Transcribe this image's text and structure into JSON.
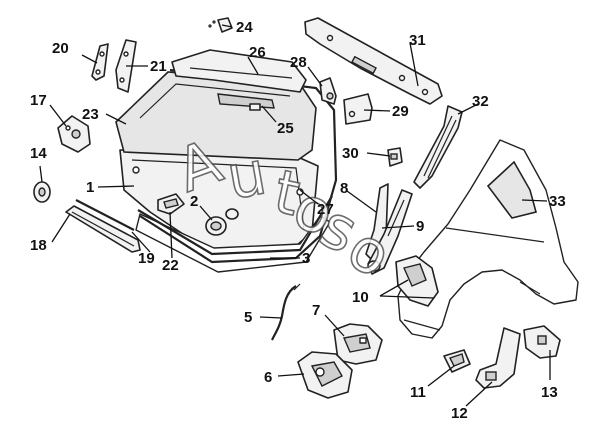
{
  "diagram": {
    "watermark": {
      "letters": [
        "A",
        "u",
        "t",
        "o",
        "s",
        "o"
      ]
    },
    "callouts": [
      {
        "id": "c1",
        "label": "1",
        "part": "tailgate-panel"
      },
      {
        "id": "c2",
        "label": "2",
        "part": "lock-cylinder"
      },
      {
        "id": "c3",
        "label": "3",
        "part": "tailgate-lower-trim"
      },
      {
        "id": "c5",
        "label": "5",
        "part": "hose-pipe"
      },
      {
        "id": "c6",
        "label": "6",
        "part": "tail-lamp-lower"
      },
      {
        "id": "c7",
        "label": "7",
        "part": "tail-lamp-upper"
      },
      {
        "id": "c8",
        "label": "8",
        "part": "pillar-trim"
      },
      {
        "id": "c9",
        "label": "9",
        "part": "pillar-reinforcement"
      },
      {
        "id": "c10",
        "label": "10",
        "part": "wheel-arch-bracket"
      },
      {
        "id": "c11",
        "label": "11",
        "part": "small-bracket"
      },
      {
        "id": "c12",
        "label": "12",
        "part": "rear-fender-liner"
      },
      {
        "id": "c13",
        "label": "13",
        "part": "corner-bracket"
      },
      {
        "id": "c14",
        "label": "14",
        "part": "bump-stop"
      },
      {
        "id": "c17",
        "label": "17",
        "part": "hinge"
      },
      {
        "id": "c18",
        "label": "18",
        "part": "gas-strut"
      },
      {
        "id": "c19",
        "label": "19",
        "part": "support-rod"
      },
      {
        "id": "c20",
        "label": "20",
        "part": "hinge-bracket-left"
      },
      {
        "id": "c21",
        "label": "21",
        "part": "hinge-bracket-right"
      },
      {
        "id": "c22",
        "label": "22",
        "part": "handle"
      },
      {
        "id": "c23",
        "label": "23",
        "part": "rear-window-glass"
      },
      {
        "id": "c24",
        "label": "24",
        "part": "washer-nozzle"
      },
      {
        "id": "c25",
        "label": "25",
        "part": "brake-light"
      },
      {
        "id": "c26",
        "label": "26",
        "part": "spoiler"
      },
      {
        "id": "c27",
        "label": "27",
        "part": "weatherstrip-seal"
      },
      {
        "id": "c28",
        "label": "28",
        "part": "latch-switch"
      },
      {
        "id": "c29",
        "label": "29",
        "part": "striker-bracket"
      },
      {
        "id": "c30",
        "label": "30",
        "part": "clip"
      },
      {
        "id": "c31",
        "label": "31",
        "part": "roof-rear-rail"
      },
      {
        "id": "c32",
        "label": "32",
        "part": "drain-channel"
      },
      {
        "id": "c33",
        "label": "33",
        "part": "rear-quarter-panel"
      }
    ]
  }
}
